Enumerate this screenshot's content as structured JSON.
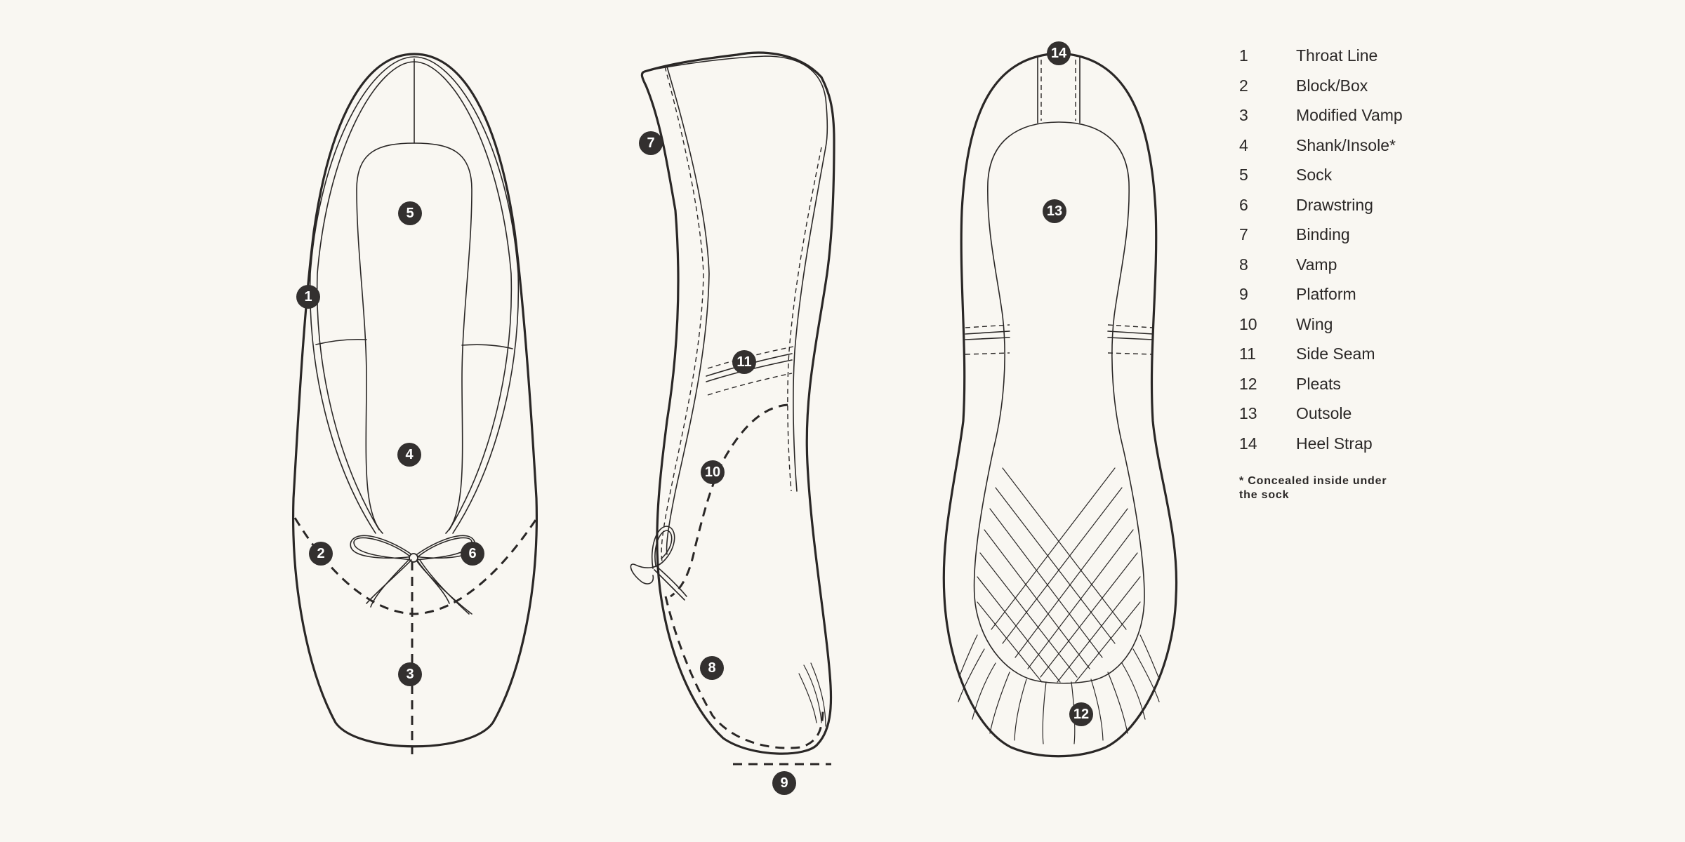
{
  "markers": [
    {
      "number": "1"
    },
    {
      "number": "2"
    },
    {
      "number": "3"
    },
    {
      "number": "4"
    },
    {
      "number": "5"
    },
    {
      "number": "6"
    },
    {
      "number": "7"
    },
    {
      "number": "8"
    },
    {
      "number": "9"
    },
    {
      "number": "10"
    },
    {
      "number": "11"
    },
    {
      "number": "12"
    },
    {
      "number": "13"
    },
    {
      "number": "14"
    }
  ],
  "legend": {
    "items": [
      {
        "number": "1",
        "label": "Throat Line"
      },
      {
        "number": "2",
        "label": "Block/Box"
      },
      {
        "number": "3",
        "label": "Modified Vamp"
      },
      {
        "number": "4",
        "label": "Shank/Insole*"
      },
      {
        "number": "5",
        "label": "Sock"
      },
      {
        "number": "6",
        "label": "Drawstring"
      },
      {
        "number": "7",
        "label": "Binding"
      },
      {
        "number": "8",
        "label": "Vamp"
      },
      {
        "number": "9",
        "label": "Platform"
      },
      {
        "number": "10",
        "label": "Wing"
      },
      {
        "number": "11",
        "label": "Side Seam"
      },
      {
        "number": "12",
        "label": "Pleats"
      },
      {
        "number": "13",
        "label": "Outsole"
      },
      {
        "number": "14",
        "label": "Heel Strap"
      }
    ],
    "footnote": "* Concealed inside under the sock"
  },
  "colors": {
    "background": "#f9f7f2",
    "ink": "#2a2726",
    "marker_fill": "#33302f",
    "marker_text": "#ffffff"
  }
}
